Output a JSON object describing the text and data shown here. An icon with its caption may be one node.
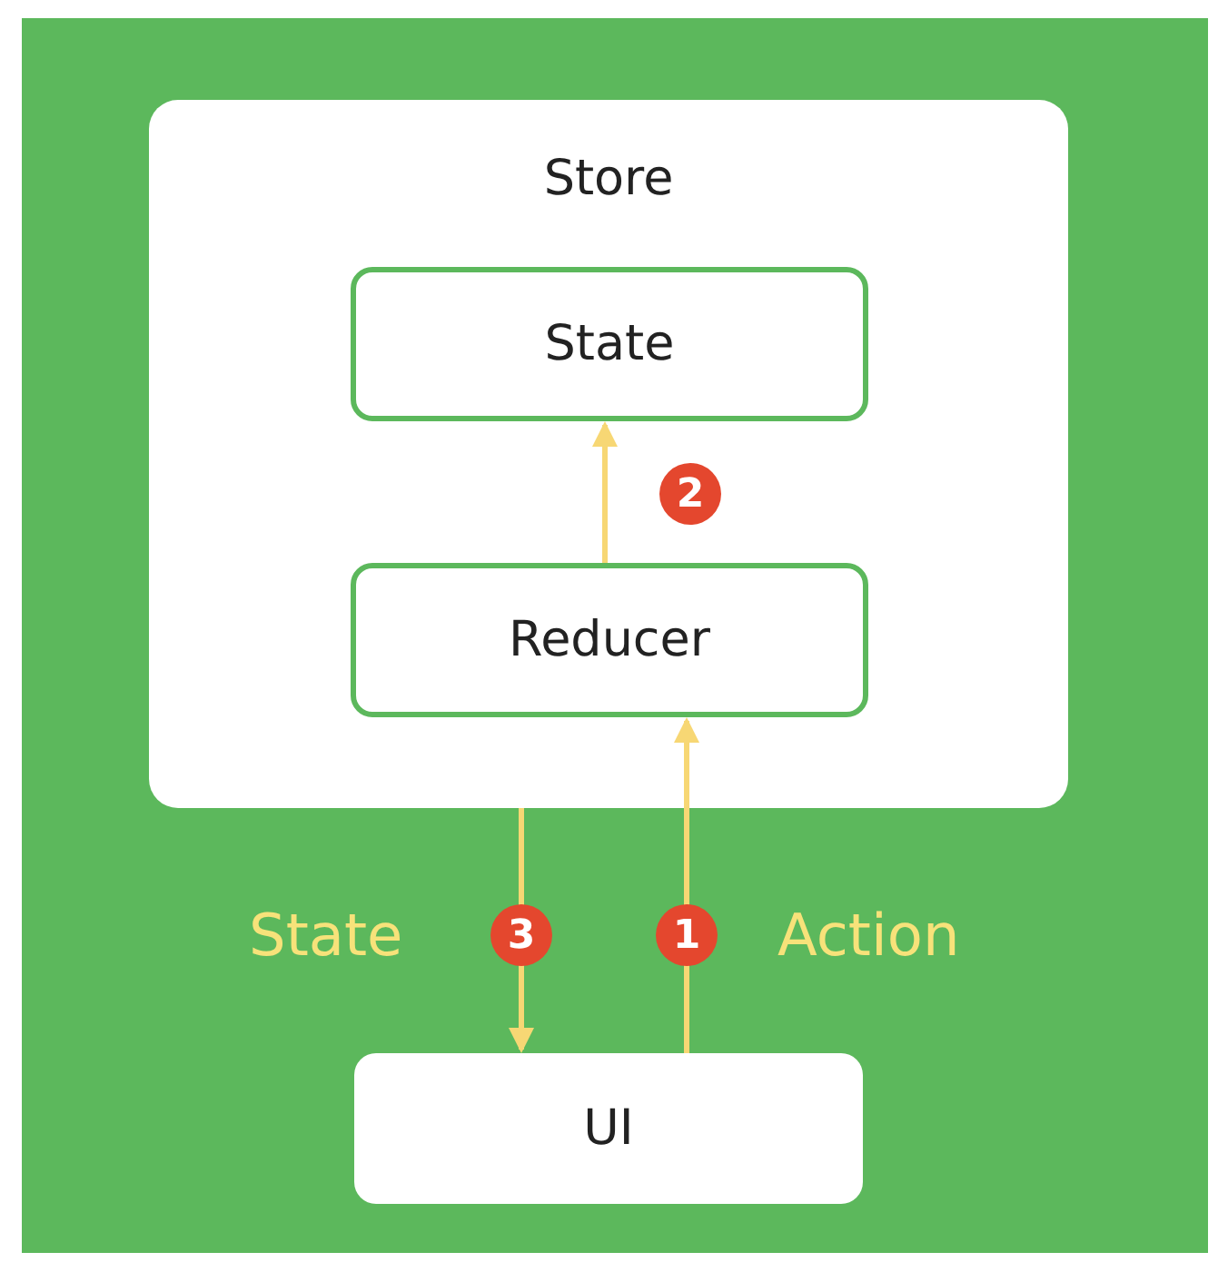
{
  "diagram": {
    "nodes": [
      {
        "text": [
          "Store"
        ]
      },
      {
        "text": [
          "State"
        ],
        "in": 0
      },
      {
        "text": [
          "Reducer"
        ],
        "in": 0
      },
      {
        "text": [
          "UI"
        ]
      }
    ],
    "edges": [
      {
        "from": 2,
        "to": 1,
        "arrow": "to",
        "label": "2"
      },
      {
        "from": 0,
        "to": 3,
        "arrow": "to",
        "label": "3"
      },
      {
        "from": 3,
        "to": 2,
        "arrow": "to",
        "label": "1"
      }
    ],
    "labels": [
      "State",
      "Action"
    ]
  }
}
